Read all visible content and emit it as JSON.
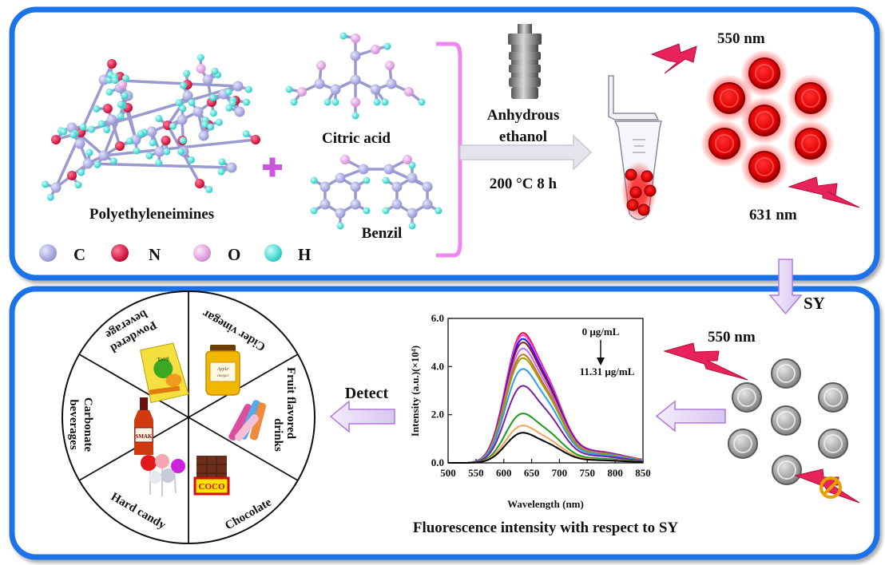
{
  "synthesis": {
    "precursor_pei": "Polyethyleneimines",
    "precursor_citric": "Citric acid",
    "precursor_benzil": "Benzil",
    "solvent_line1": "Anhydrous",
    "solvent_line2": "ethanol",
    "condition": "200 °C  8 h",
    "excitation": "550 nm",
    "emission": "631 nm"
  },
  "legend": {
    "atoms": [
      {
        "symbol": "C",
        "color": "#a9a9e0"
      },
      {
        "symbol": "N",
        "color": "#e8104a"
      },
      {
        "symbol": "O",
        "color": "#e3a6e3"
      },
      {
        "symbol": "H",
        "color": "#3fe0d8"
      }
    ]
  },
  "detection": {
    "analyte_label": "SY",
    "excitation": "550 nm",
    "detect_label": "Detect",
    "caption": "Fluorescence intensity with respect to SY"
  },
  "wheel": {
    "segments": [
      "Cider vinegar",
      "Fruit flavored drinks",
      "Chocolate",
      "Hard candy",
      "Carbonate beverages",
      "Powdered beverage"
    ],
    "item_texts": {
      "chocolate_bar": "COCO",
      "jar_label_1": "Apple",
      "jar_label_2": "vinegar",
      "bottle_label": "SMAK",
      "pouch_label": "Tang"
    }
  },
  "colors": {
    "frame": "#1e72e8",
    "glow": "#ff0000",
    "arrow": "#b07ae0",
    "lightning": "#e8225a"
  },
  "chart_data": {
    "type": "line",
    "xlabel": "Wavelength (nm)",
    "ylabel": "Intensity (a.u.)(×10⁴)",
    "xlim": [
      500,
      850
    ],
    "ylim": [
      0,
      6.0
    ],
    "x_ticks": [
      "500",
      "550",
      "600",
      "650",
      "700",
      "750",
      "800",
      "850"
    ],
    "y_ticks": [
      "0.0",
      "2.0",
      "4.0",
      "6.0"
    ],
    "annotation_top": "0 μg/mL",
    "annotation_bottom": "11.31 μg/mL",
    "peak_wavelength": 631,
    "series": [
      {
        "color": "#e8102a",
        "peak": 5.4
      },
      {
        "color": "#ff40ff",
        "peak": 5.3
      },
      {
        "color": "#1a1aff",
        "peak": 5.15
      },
      {
        "color": "#8b1a1a",
        "peak": 5.0
      },
      {
        "color": "#c06aff",
        "peak": 4.75
      },
      {
        "color": "#d2691e",
        "peak": 4.5
      },
      {
        "color": "#a0a000",
        "peak": 4.35
      },
      {
        "color": "#2a9df4",
        "peak": 3.9
      },
      {
        "color": "#7b1fa2",
        "peak": 3.2
      },
      {
        "color": "#1a9a1a",
        "peak": 2.05
      },
      {
        "color": "#f4a460",
        "peak": 1.55
      },
      {
        "color": "#000000",
        "peak": 1.25
      }
    ]
  }
}
